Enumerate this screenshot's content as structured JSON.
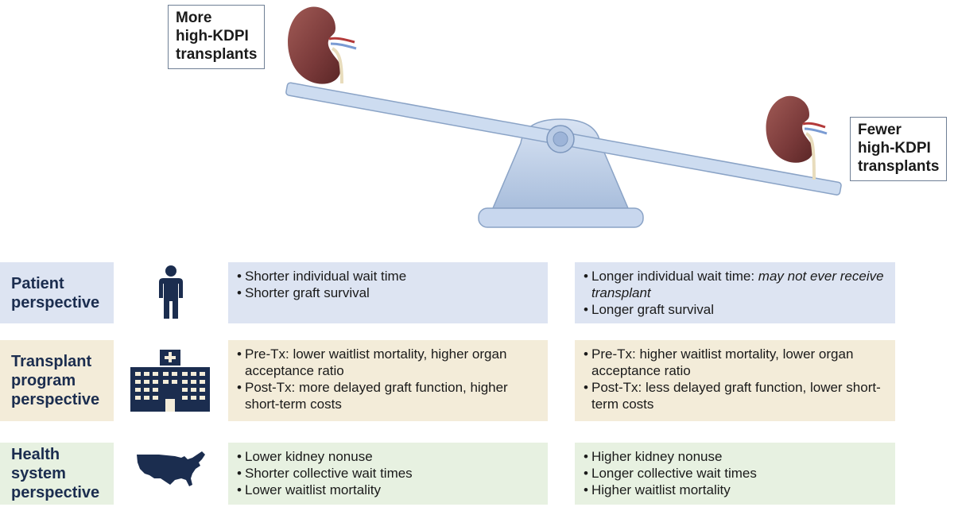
{
  "balance": {
    "left_label": [
      "More",
      "high-KDPI",
      "transplants"
    ],
    "right_label": [
      "Fewer",
      "high-KDPI",
      "transplants"
    ]
  },
  "rows": [
    {
      "title": [
        "Patient",
        "perspective"
      ],
      "icon": "person-icon",
      "left": [
        {
          "text": "Shorter individual wait time"
        },
        {
          "text": "Shorter graft survival"
        }
      ],
      "right": [
        {
          "text": "Longer individual wait time: ",
          "italic": "may not ever receive transplant"
        },
        {
          "text": "Longer graft survival"
        }
      ]
    },
    {
      "title": [
        "Transplant",
        "program",
        "perspective"
      ],
      "icon": "hospital-icon",
      "left": [
        {
          "text": "Pre-Tx: lower waitlist mortality, higher organ acceptance ratio"
        },
        {
          "text": "Post-Tx: more delayed graft function, higher short-term costs"
        }
      ],
      "right": [
        {
          "text": "Pre-Tx: higher waitlist mortality, lower organ acceptance ratio"
        },
        {
          "text": "Post-Tx: less delayed graft function, lower short-term costs"
        }
      ]
    },
    {
      "title": [
        "Health",
        "system",
        "perspective"
      ],
      "icon": "usa-map-icon",
      "left": [
        {
          "text": "Lower kidney nonuse"
        },
        {
          "text": "Shorter collective wait times"
        },
        {
          "text": "Lower waitlist mortality"
        }
      ],
      "right": [
        {
          "text": "Higher kidney nonuse"
        },
        {
          "text": "Longer collective wait times"
        },
        {
          "text": "Higher waitlist mortality"
        }
      ]
    }
  ],
  "colors": {
    "blue_band": "#dde4f2",
    "tan_band": "#f3ecd9",
    "green_band": "#e7f1e1",
    "navy": "#1b2d4f",
    "kidney": "#7a3a3a",
    "scale": "#c3d3ea"
  }
}
